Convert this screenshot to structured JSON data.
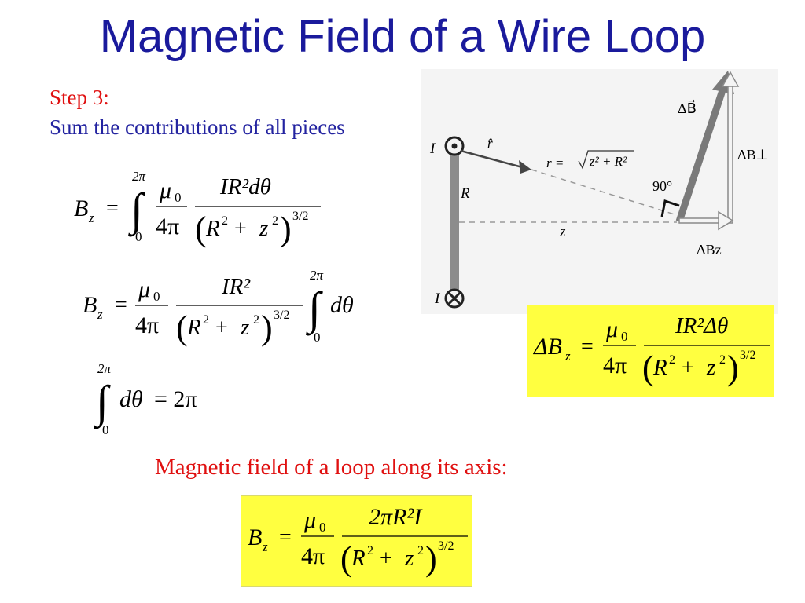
{
  "title": "Magnetic Field of a Wire Loop",
  "step": {
    "label": "Step 3:",
    "description": "Sum the contributions of all pieces"
  },
  "caption": "Magnetic field of a loop along its axis:",
  "equations": {
    "common": {
      "B": "B",
      "z_sub": "z",
      "eq": "=",
      "mu": "μ",
      "zero": "0",
      "four_pi": "4π",
      "I": "I",
      "R": "R",
      "z": "z",
      "two": "2",
      "plus": "+",
      "exp32": "3/2",
      "lparen": "(",
      "rparen": ")",
      "int": "∫",
      "upper": "2π",
      "lower": "0",
      "dtheta": "dθ"
    },
    "eq1_num": "IR²dθ",
    "eq2_num": "IR²",
    "eq3_rhs": "= 2π",
    "box1_lhs": "ΔB",
    "box1_num": "IR²Δθ",
    "box2_num": "2πR²I"
  },
  "diagram": {
    "I_top": "I",
    "I_bottom": "I",
    "rhat": "r̂",
    "r_eq": "r =",
    "r_rad": "z² + R²",
    "R": "R",
    "z": "z",
    "angle": "90°",
    "dB": "ΔB⃗",
    "dB_perp": "ΔB⊥",
    "dBz": "ΔBz"
  },
  "colors": {
    "title": "#1a1a9c",
    "step": "#e01010",
    "description": "#2323a0",
    "highlight": "#ffff40"
  }
}
